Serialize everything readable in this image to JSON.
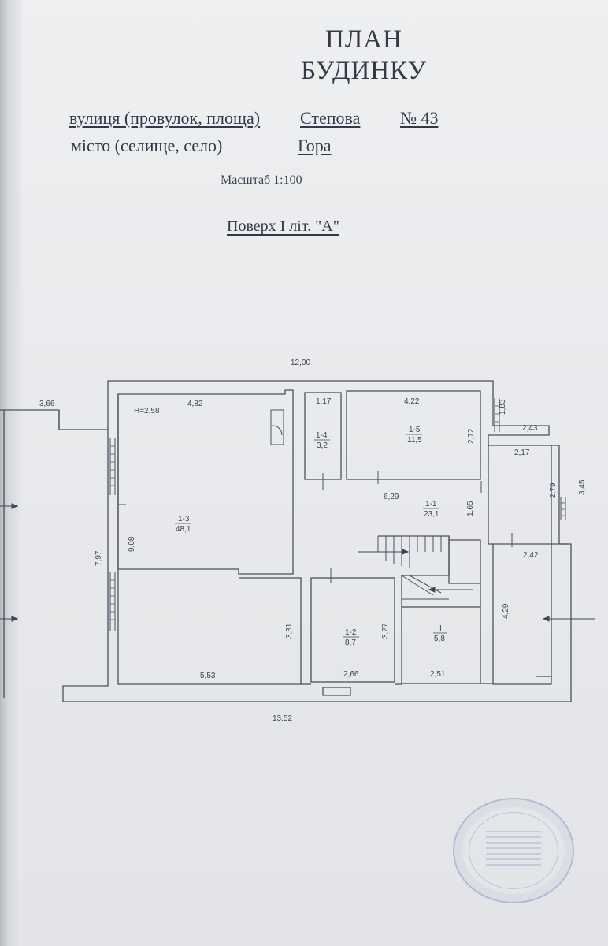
{
  "header": {
    "title_line1": "ПЛАН",
    "title_line2": "БУДИНКУ",
    "street_label": "вулиця (провулок, площа)",
    "street_value": "Степова",
    "number_value": "№ 43",
    "city_label": "місто (селище, село)",
    "city_value": "Гора",
    "scale": "Масштаб 1:100",
    "floor": "Поверх I літ. \"А\""
  },
  "plan": {
    "height_note": "H=2,58",
    "rooms": [
      {
        "id": "1-1",
        "area": "23,1"
      },
      {
        "id": "1-2",
        "area": "8,7"
      },
      {
        "id": "1-3",
        "area": "48,1"
      },
      {
        "id": "1-4",
        "area": "3,2"
      },
      {
        "id": "1-5",
        "area": "11,5"
      },
      {
        "id": "I",
        "area": "5,8"
      }
    ],
    "dimensions": {
      "top_total": "12,00",
      "bottom_total": "13,52",
      "d_3_66": "3,66",
      "d_4_82": "4,82",
      "d_1_17": "1,17",
      "d_4_22": "4,22",
      "d_1_83": "1,83",
      "d_2_43": "2,43",
      "d_2_72": "2,72",
      "d_2_17": "2,17",
      "d_6_29": "6,29",
      "d_2_79": "2,79",
      "d_3_45": "3,45",
      "d_1_65": "1,65",
      "d_9_08": "9,08",
      "d_7_97": "7,97",
      "d_2_42": "2,42",
      "d_3_31": "3,31",
      "d_3_27": "3,27",
      "d_4_29": "4,29",
      "d_5_53": "5,53",
      "d_2_66": "2,66",
      "d_2_51": "2,51"
    }
  }
}
